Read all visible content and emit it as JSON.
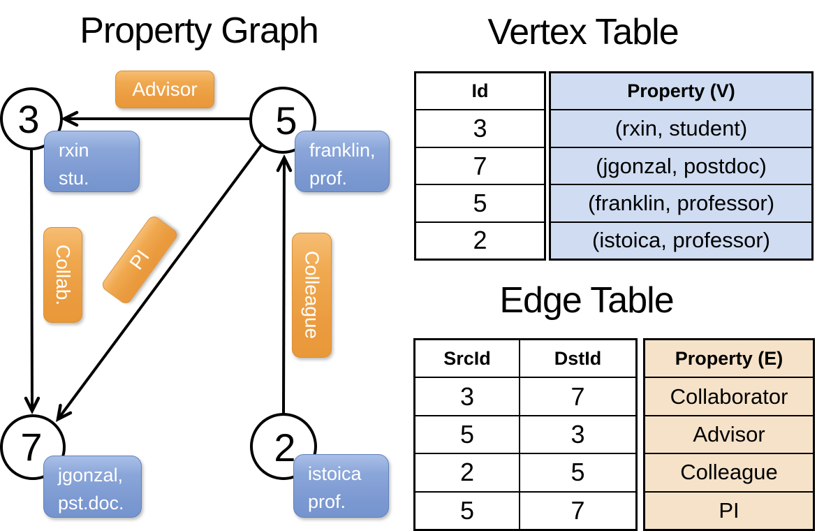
{
  "titles": {
    "graph": "Property Graph",
    "vertex": "Vertex Table",
    "edge": "Edge Table"
  },
  "graph": {
    "nodes": [
      {
        "id": "3",
        "label_lines": [
          "rxin",
          "stu."
        ]
      },
      {
        "id": "5",
        "label_lines": [
          "franklin,",
          "prof."
        ]
      },
      {
        "id": "7",
        "label_lines": [
          "jgonzal,",
          "pst.doc."
        ]
      },
      {
        "id": "2",
        "label_lines": [
          "istoica",
          "prof."
        ]
      }
    ],
    "edges": [
      {
        "label": "Advisor",
        "src": "5",
        "dst": "3"
      },
      {
        "label": "Collab.",
        "src": "3",
        "dst": "7"
      },
      {
        "label": "PI",
        "src": "5",
        "dst": "7"
      },
      {
        "label": "Colleague",
        "src": "2",
        "dst": "5"
      }
    ]
  },
  "vertex_table": {
    "headers": [
      "Id",
      "Property (V)"
    ],
    "rows": [
      [
        "3",
        "(rxin, student)"
      ],
      [
        "7",
        "(jgonzal, postdoc)"
      ],
      [
        "5",
        "(franklin, professor)"
      ],
      [
        "2",
        "(istoica, professor)"
      ]
    ]
  },
  "edge_table": {
    "headers": [
      "SrcId",
      "DstId",
      "Property (E)"
    ],
    "rows": [
      [
        "3",
        "7",
        "Collaborator"
      ],
      [
        "5",
        "3",
        "Advisor"
      ],
      [
        "2",
        "5",
        "Colleague"
      ],
      [
        "5",
        "7",
        "PI"
      ]
    ]
  },
  "colors": {
    "edge_label_orange": "#eda04b",
    "node_property_blue": "#7e9bd3",
    "vertex_cell_bg": "#cfdcf1",
    "edge_cell_bg": "#f5e2c8",
    "line_black": "#000000",
    "text_on_pills": "#ffffff"
  }
}
